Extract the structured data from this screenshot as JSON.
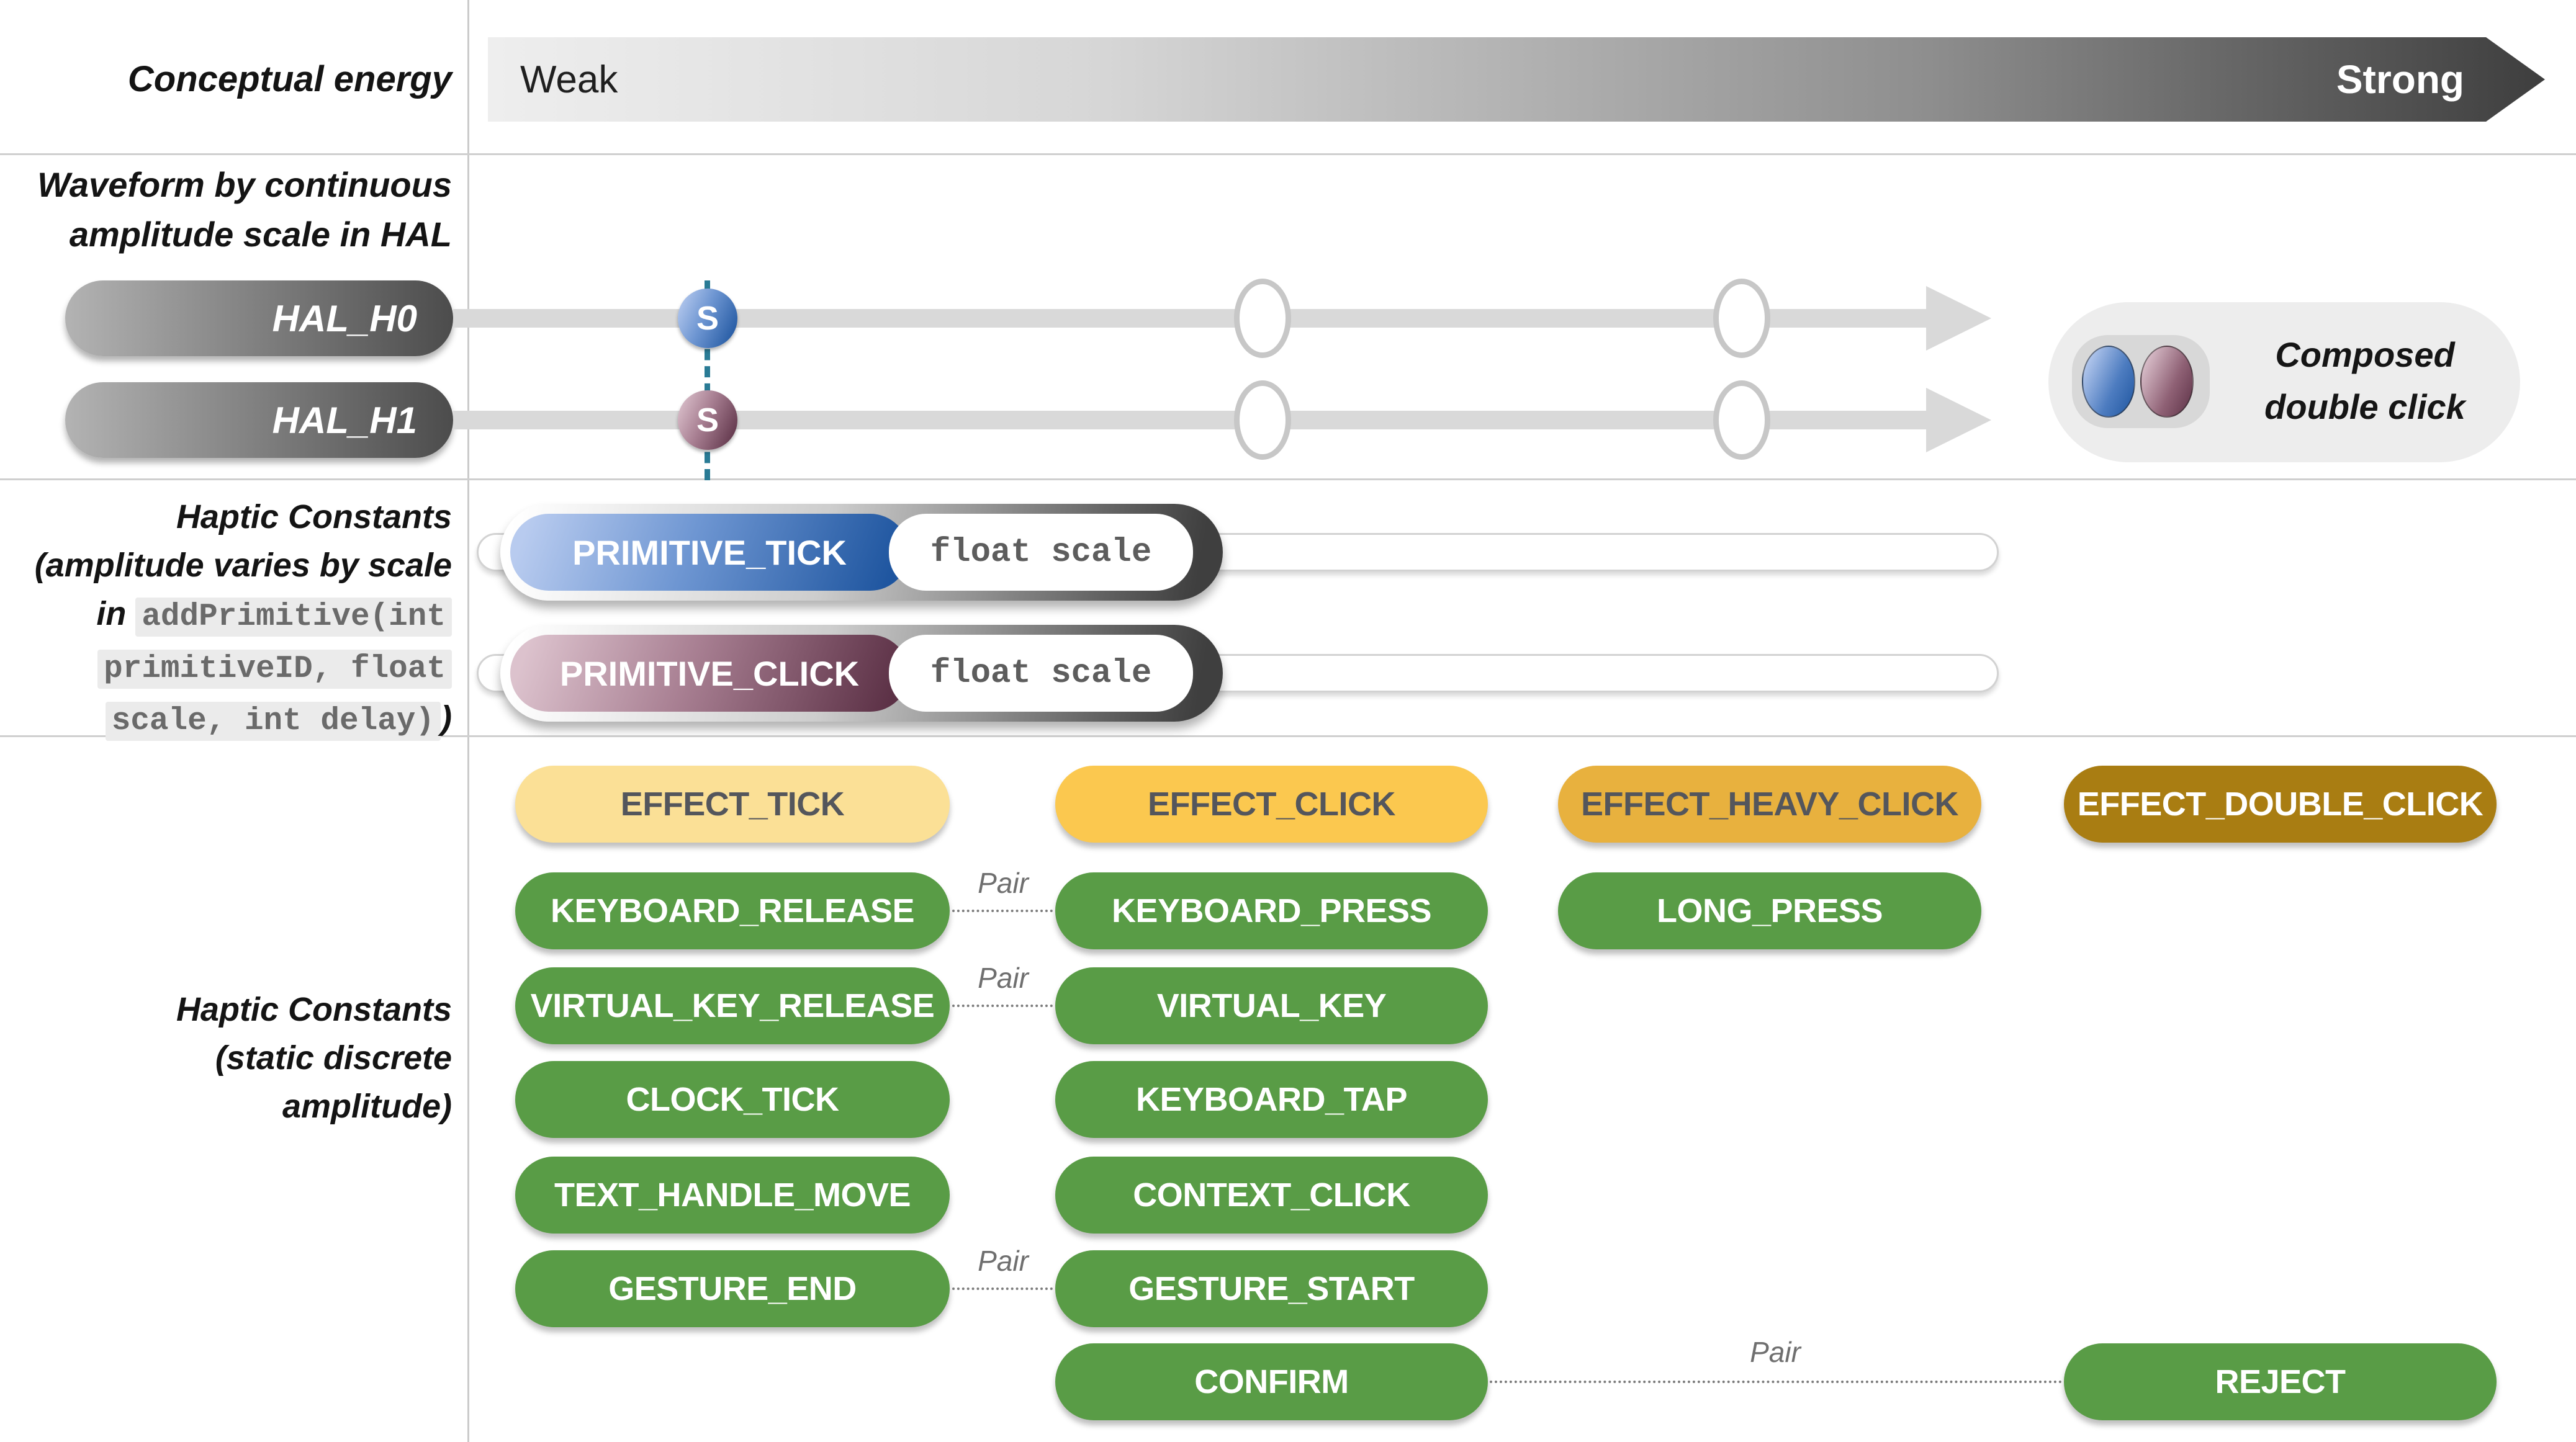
{
  "colors": {
    "green": "#599c46",
    "tick_yellow": "#fbe096",
    "click_yellow": "#fbc84f",
    "heavy_amber": "#e8b13e",
    "double_bronze": "#a97d12",
    "blue_light": "#b8cbef",
    "blue_dark": "#1e559f",
    "mauve_light": "#dcc2cd",
    "mauve_dark": "#5c3146",
    "teal_marker_line": "#2a7b95",
    "track_gray": "#d9d9d9",
    "dark_label_text": "#54565c"
  },
  "energy": {
    "label": "Conceptual energy",
    "weak": "Weak",
    "strong": "Strong"
  },
  "hal": {
    "label_line1": "Waveform by continuous",
    "label_line2": "amplitude scale in HAL",
    "tracks": [
      {
        "name": "HAL_H0",
        "marker": "S"
      },
      {
        "name": "HAL_H1",
        "marker": "S"
      }
    ],
    "composed_line1": "Composed",
    "composed_line2": "double click"
  },
  "primitives": {
    "label": {
      "line1": "Haptic Constants",
      "line2": "(amplitude varies by scale",
      "line3_pre": "in ",
      "line3_code": "addPrimitive(int",
      "line4_code": "primitiveID, float",
      "line5_code": "scale, int delay)",
      "line5_post": ")"
    },
    "rows": [
      {
        "name": "PRIMITIVE_TICK",
        "param": "float scale"
      },
      {
        "name": "PRIMITIVE_CLICK",
        "param": "float scale"
      }
    ]
  },
  "discrete": {
    "label_line1": "Haptic Constants",
    "label_line2": "(static discrete",
    "label_line3": "amplitude)",
    "pair_label": "Pair",
    "pills": [
      {
        "label": "EFFECT_TICK"
      },
      {
        "label": "EFFECT_CLICK"
      },
      {
        "label": "EFFECT_HEAVY_CLICK"
      },
      {
        "label": "EFFECT_DOUBLE_CLICK"
      },
      {
        "label": "KEYBOARD_RELEASE"
      },
      {
        "label": "KEYBOARD_PRESS"
      },
      {
        "label": "LONG_PRESS"
      },
      {
        "label": "VIRTUAL_KEY_RELEASE"
      },
      {
        "label": "VIRTUAL_KEY"
      },
      {
        "label": "CLOCK_TICK"
      },
      {
        "label": "KEYBOARD_TAP"
      },
      {
        "label": "TEXT_HANDLE_MOVE"
      },
      {
        "label": "CONTEXT_CLICK"
      },
      {
        "label": "GESTURE_END"
      },
      {
        "label": "GESTURE_START"
      },
      {
        "label": "CONFIRM"
      },
      {
        "label": "REJECT"
      }
    ]
  }
}
